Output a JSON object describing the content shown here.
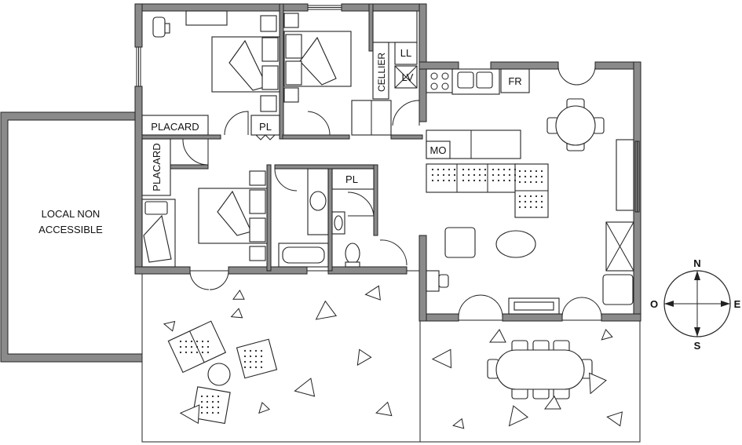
{
  "labels": {
    "local_line1": "LOCAL NON",
    "local_line2": "ACCESSIBLE",
    "placard_h": "PLACARD",
    "placard_v": "PLACARD",
    "cellier": "CELLIER",
    "pl_top": "PL",
    "pl_bath": "PL",
    "ll": "LL",
    "lv": "LV",
    "fr": "FR",
    "mo": "MO"
  },
  "compass": {
    "north": "N",
    "south": "S",
    "east": "E",
    "west": "O"
  }
}
